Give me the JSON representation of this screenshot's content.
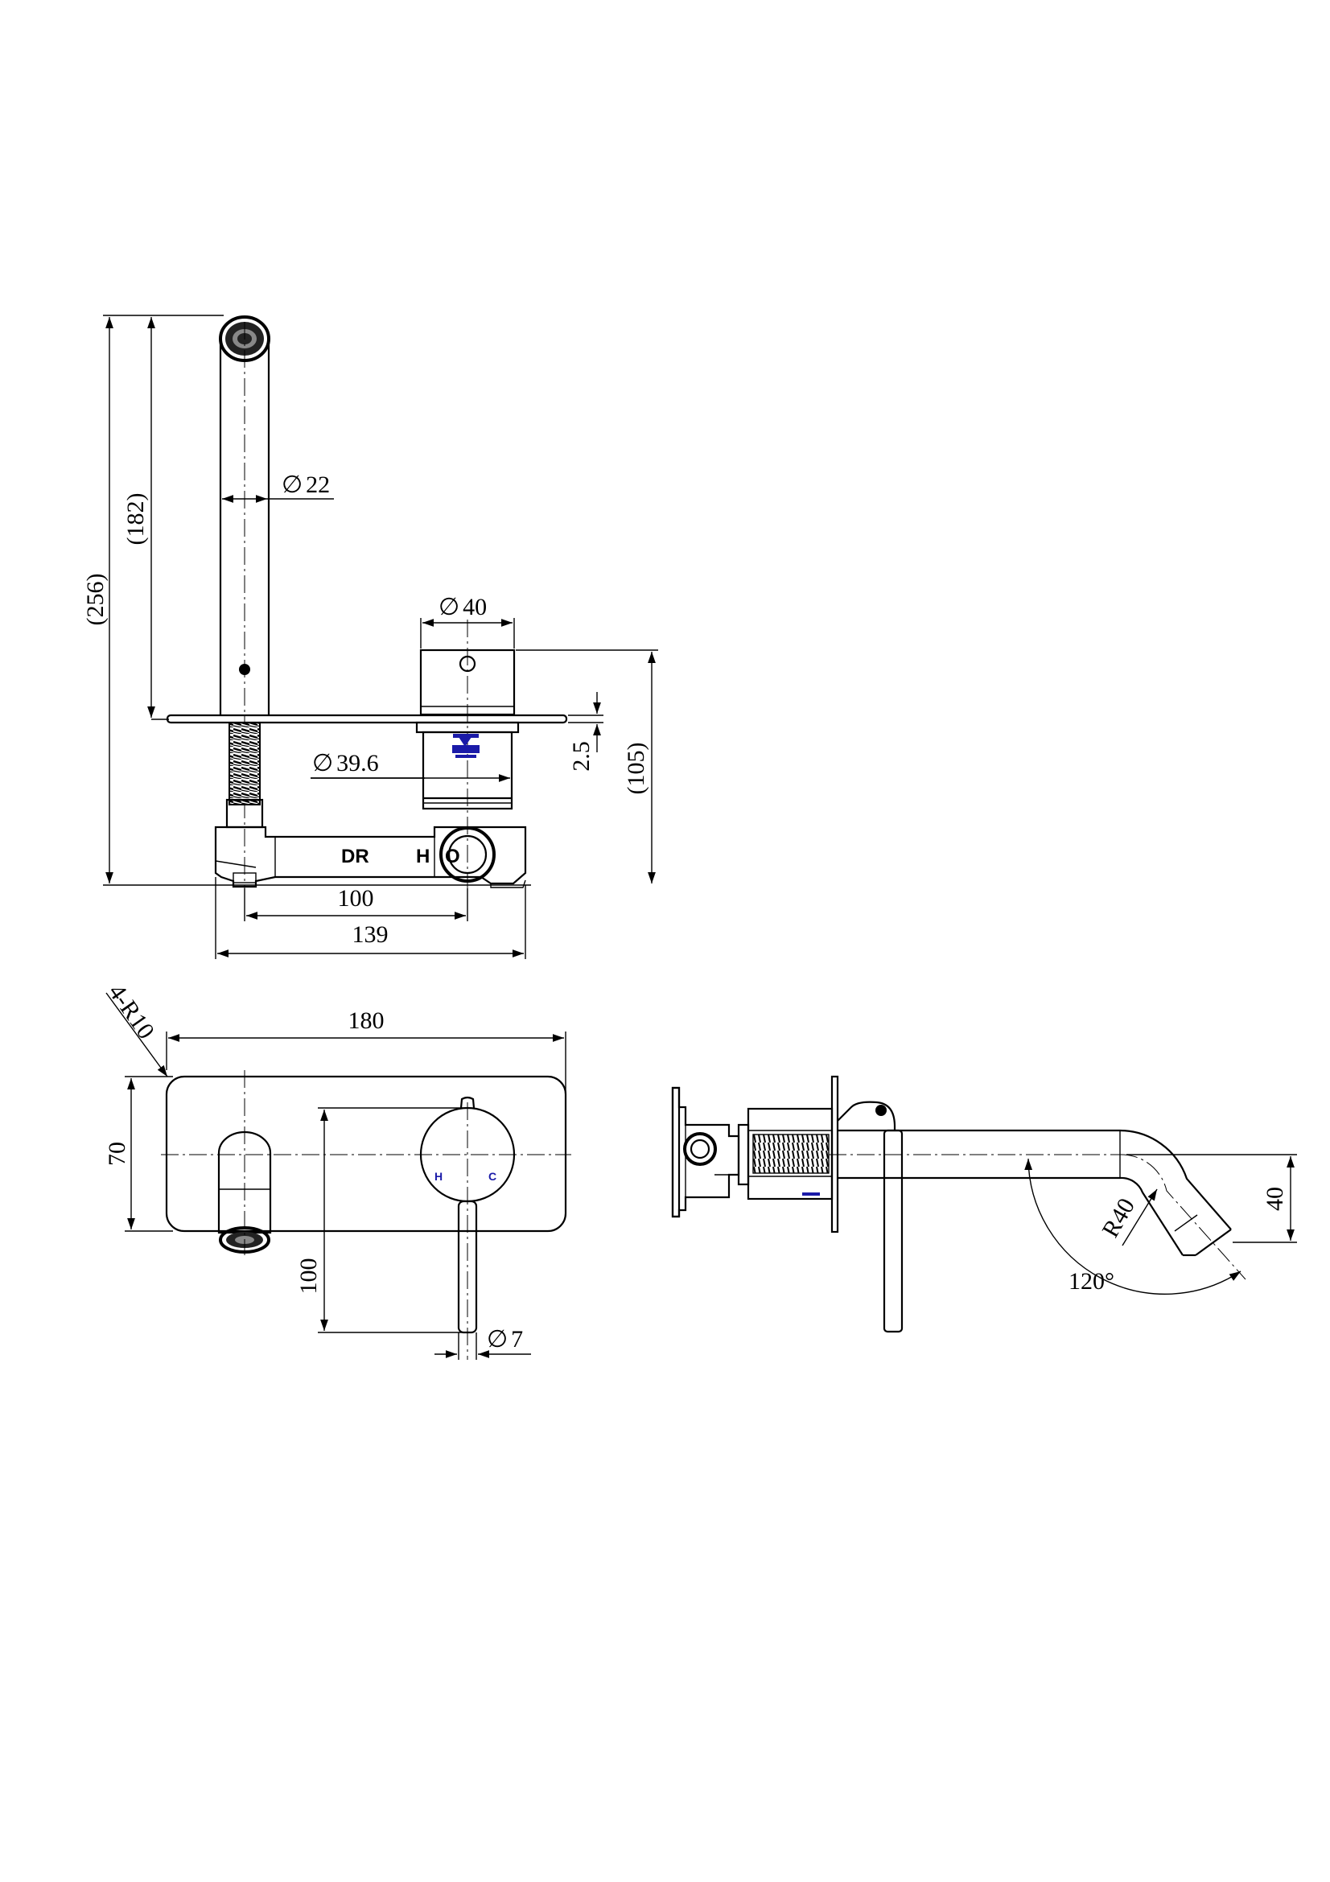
{
  "front_view": {
    "dims": {
      "overall_height": "(256)",
      "spout_length": "(182)",
      "spout_diameter": "22",
      "handle_diameter": "40",
      "body_diameter": "39.6",
      "plate_thickness": "2.5",
      "mixer_height": "(105)",
      "outlet_spacing": "100",
      "body_width": "139"
    },
    "body_labels": {
      "diverter": "DR",
      "hot": "H"
    }
  },
  "plate_view": {
    "dims": {
      "corner_radius": "4-R10",
      "plate_width": "180",
      "plate_height": "70",
      "lever_length": "100",
      "lever_diameter": "7"
    },
    "handle_labels": {
      "hot": "H",
      "cold": "C"
    }
  },
  "side_view": {
    "dims": {
      "bend_radius": "R40",
      "spout_drop": "40",
      "bend_angle": "120°"
    }
  },
  "colors": {
    "line": "#000000",
    "marking_blue": "#1a1aa8",
    "background": "#ffffff"
  },
  "symbols": {
    "diameter": "∅"
  }
}
